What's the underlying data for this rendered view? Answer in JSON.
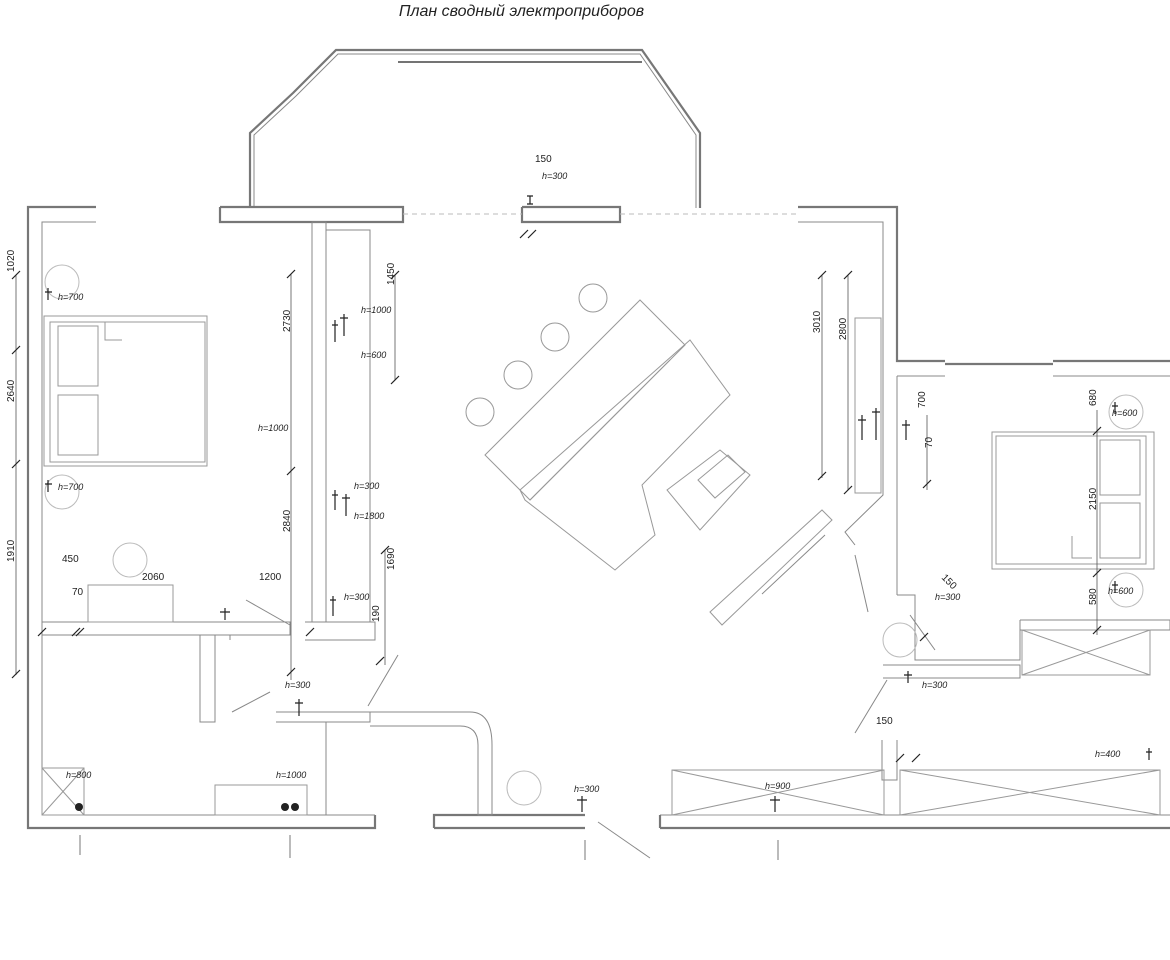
{
  "title": "План сводный электроприборов",
  "heights": {
    "top_h300": "h=300",
    "bed_left_top_h700": "h=700",
    "bed_left_bottom_h700": "h=700",
    "wardrobe_h1000": "h=1000",
    "wardrobe_h600": "h=600",
    "wall_h1000": "h=1000",
    "wardrobe_h300": "h=300",
    "wardrobe_h1800": "h=1800",
    "wardrobe_lower_h300": "h=300",
    "hall_h300": "h=300",
    "bath_h800": "h=800",
    "bath_h1000": "h=1000",
    "entry_h300": "h=300",
    "kitchen_h900": "h=900",
    "bed_right_h600_top": "h=600",
    "bed_right_h600_bottom": "h=600",
    "bed_right_h300": "h=300",
    "kitchen_corridor_h300": "h=300",
    "kitchen_h400": "h=400"
  },
  "dims": {
    "d150_top": "150",
    "d1020": "1020",
    "d2640": "2640",
    "d1910": "1910",
    "d1450": "1450",
    "d2730": "2730",
    "d2840": "2840",
    "d1690": "1690",
    "d190": "190",
    "d450": "450",
    "d2060": "2060",
    "d70_left": "70",
    "d1200": "1200",
    "d3010": "3010",
    "d2800": "2800",
    "d700": "700",
    "d70_right": "70",
    "d680": "680",
    "d2150": "2150",
    "d580": "580",
    "d150_bedroom": "150",
    "d150_kitchen": "150"
  }
}
